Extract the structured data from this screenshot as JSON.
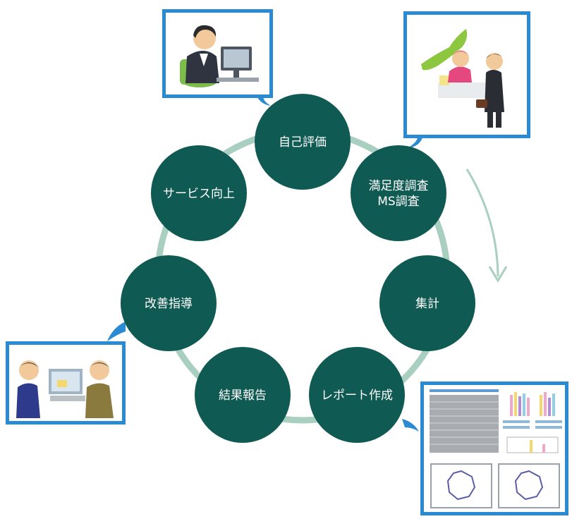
{
  "cycle": {
    "steps": [
      {
        "id": "self-eval",
        "lines": [
          "自己評価"
        ]
      },
      {
        "id": "satisfaction-survey",
        "lines": [
          "満足度調査",
          "MS調査"
        ]
      },
      {
        "id": "tally",
        "lines": [
          "集計"
        ]
      },
      {
        "id": "report-creation",
        "lines": [
          "レポート作成"
        ]
      },
      {
        "id": "result-report",
        "lines": [
          "結果報告"
        ]
      },
      {
        "id": "improvement-guidance",
        "lines": [
          "改善指導"
        ]
      },
      {
        "id": "service-improvement",
        "lines": [
          "サービス向上"
        ]
      }
    ]
  },
  "colors": {
    "node": "#0f5a52",
    "ring": "#a9cfc0",
    "callout_border": "#2a8bd3",
    "flow_arrow": "#a9cfc0"
  },
  "callouts": [
    {
      "id": "self-eval",
      "depicts": "man-at-computer"
    },
    {
      "id": "satisfaction-survey",
      "depicts": "receptionist-and-customer-with-map"
    },
    {
      "id": "report-creation",
      "depicts": "report-document-with-charts"
    },
    {
      "id": "improvement-guidance",
      "depicts": "two-men-consulting-at-computer"
    }
  ]
}
